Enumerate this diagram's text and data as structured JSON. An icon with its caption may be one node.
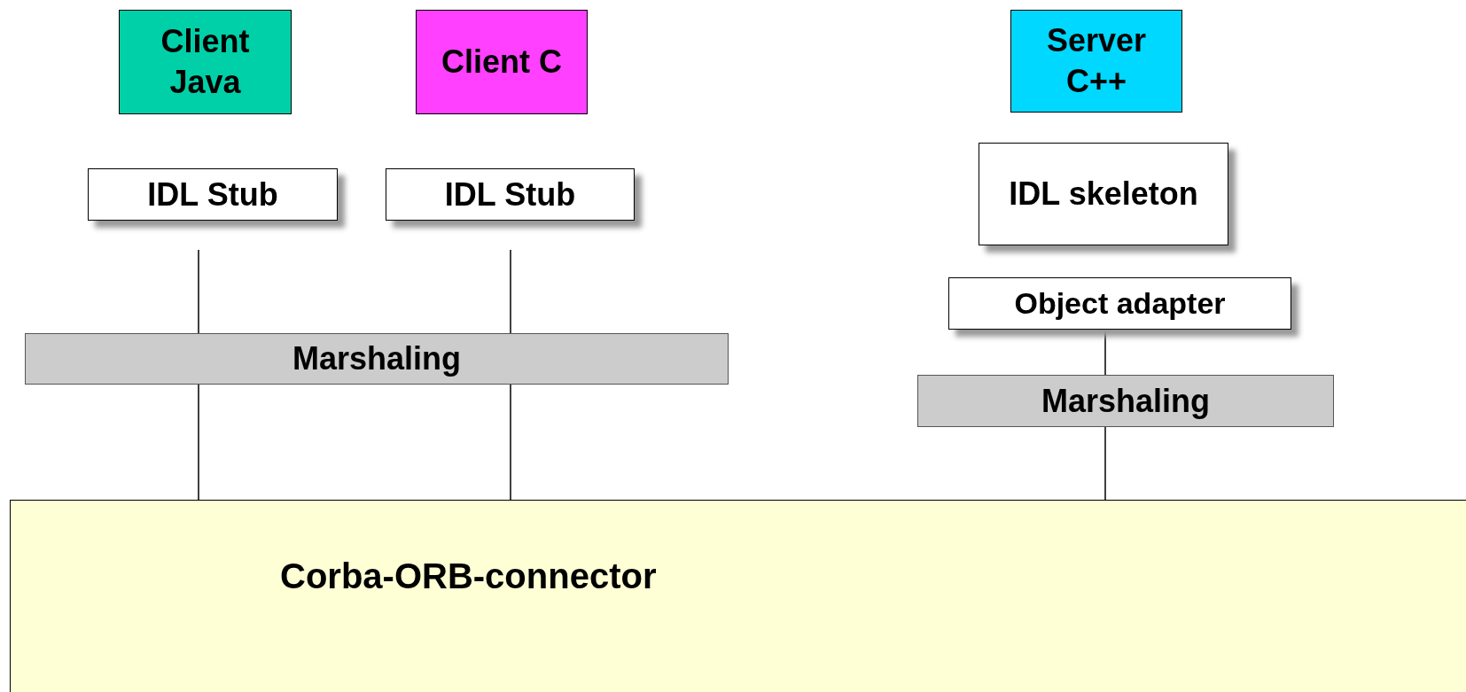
{
  "diagram": {
    "nodes": [
      {
        "text": [
          "Client Java"
        ]
      },
      {
        "text": [
          "Client C"
        ]
      },
      {
        "text": [
          "Server C++"
        ]
      },
      {
        "text": [
          "IDL Stub"
        ]
      },
      {
        "text": [
          "IDL Stub"
        ]
      },
      {
        "text": [
          "IDL skeleton"
        ]
      },
      {
        "text": [
          "Object adapter"
        ]
      },
      {
        "text": [
          "Marshaling"
        ]
      },
      {
        "text": [
          "Marshaling"
        ]
      },
      {
        "text": [
          "Corba-ORB-connector"
        ]
      }
    ],
    "edges": [
      {
        "from": 3,
        "to": 7,
        "arrow": "none"
      },
      {
        "from": 7,
        "to": 9,
        "arrow": "none"
      },
      {
        "from": 4,
        "to": 7,
        "arrow": "none"
      },
      {
        "from": 7,
        "to": 9,
        "arrow": "none"
      },
      {
        "from": 6,
        "to": 8,
        "arrow": "none"
      },
      {
        "from": 8,
        "to": 9,
        "arrow": "none"
      }
    ]
  }
}
